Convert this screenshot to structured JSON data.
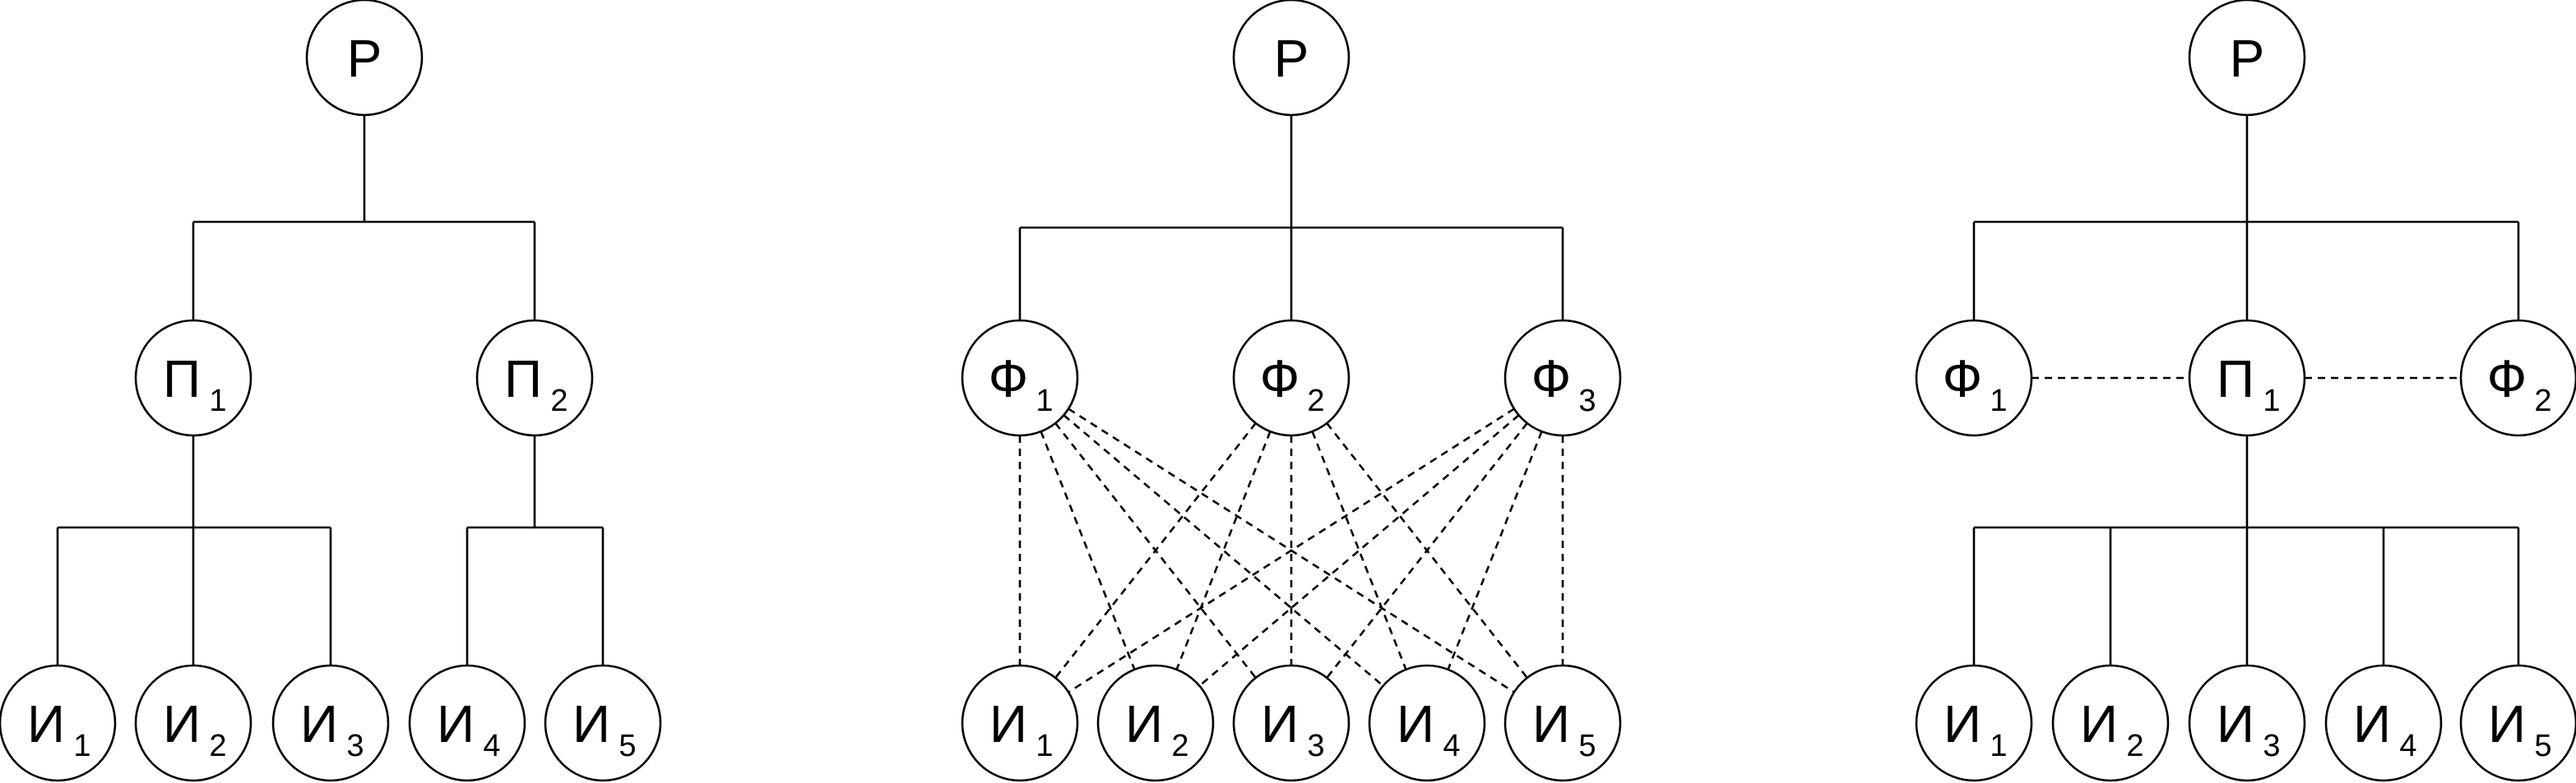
{
  "diagrams": [
    {
      "id": "linear",
      "nodes": [
        {
          "id": "P",
          "letter": "Р",
          "sub": ""
        },
        {
          "id": "П1",
          "letter": "П",
          "sub": "1"
        },
        {
          "id": "П2",
          "letter": "П",
          "sub": "2"
        },
        {
          "id": "И1",
          "letter": "И",
          "sub": "1"
        },
        {
          "id": "И2",
          "letter": "И",
          "sub": "2"
        },
        {
          "id": "И3",
          "letter": "И",
          "sub": "3"
        },
        {
          "id": "И4",
          "letter": "И",
          "sub": "4"
        },
        {
          "id": "И5",
          "letter": "И",
          "sub": "5"
        }
      ],
      "solid_edges": [
        [
          "P",
          "П1"
        ],
        [
          "P",
          "П2"
        ],
        [
          "П1",
          "И1"
        ],
        [
          "П1",
          "И2"
        ],
        [
          "П1",
          "И3"
        ],
        [
          "П2",
          "И4"
        ],
        [
          "П2",
          "И5"
        ]
      ],
      "dashed_edges": []
    },
    {
      "id": "functional",
      "nodes": [
        {
          "id": "P",
          "letter": "Р",
          "sub": ""
        },
        {
          "id": "Ф1",
          "letter": "Ф",
          "sub": "1"
        },
        {
          "id": "Ф2",
          "letter": "Ф",
          "sub": "2"
        },
        {
          "id": "Ф3",
          "letter": "Ф",
          "sub": "3"
        },
        {
          "id": "И1",
          "letter": "И",
          "sub": "1"
        },
        {
          "id": "И2",
          "letter": "И",
          "sub": "2"
        },
        {
          "id": "И3",
          "letter": "И",
          "sub": "3"
        },
        {
          "id": "И4",
          "letter": "И",
          "sub": "4"
        },
        {
          "id": "И5",
          "letter": "И",
          "sub": "5"
        }
      ],
      "solid_edges": [
        [
          "P",
          "Ф1"
        ],
        [
          "P",
          "Ф2"
        ],
        [
          "P",
          "Ф3"
        ]
      ],
      "dashed_edges": [
        [
          "Ф1",
          "И1"
        ],
        [
          "Ф1",
          "И2"
        ],
        [
          "Ф1",
          "И3"
        ],
        [
          "Ф1",
          "И4"
        ],
        [
          "Ф1",
          "И5"
        ],
        [
          "Ф2",
          "И1"
        ],
        [
          "Ф2",
          "И2"
        ],
        [
          "Ф2",
          "И3"
        ],
        [
          "Ф2",
          "И4"
        ],
        [
          "Ф2",
          "И5"
        ],
        [
          "Ф3",
          "И1"
        ],
        [
          "Ф3",
          "И2"
        ],
        [
          "Ф3",
          "И3"
        ],
        [
          "Ф3",
          "И4"
        ],
        [
          "Ф3",
          "И5"
        ]
      ]
    },
    {
      "id": "linear-functional",
      "nodes": [
        {
          "id": "P",
          "letter": "Р",
          "sub": ""
        },
        {
          "id": "Ф1",
          "letter": "Ф",
          "sub": "1"
        },
        {
          "id": "П1",
          "letter": "П",
          "sub": "1"
        },
        {
          "id": "Ф2",
          "letter": "Ф",
          "sub": "2"
        },
        {
          "id": "И1",
          "letter": "И",
          "sub": "1"
        },
        {
          "id": "И2",
          "letter": "И",
          "sub": "2"
        },
        {
          "id": "И3",
          "letter": "И",
          "sub": "3"
        },
        {
          "id": "И4",
          "letter": "И",
          "sub": "4"
        },
        {
          "id": "И5",
          "letter": "И",
          "sub": "5"
        }
      ],
      "solid_edges": [
        [
          "P",
          "Ф1"
        ],
        [
          "P",
          "П1"
        ],
        [
          "P",
          "Ф2"
        ],
        [
          "П1",
          "И1"
        ],
        [
          "П1",
          "И2"
        ],
        [
          "П1",
          "И3"
        ],
        [
          "П1",
          "И4"
        ],
        [
          "П1",
          "И5"
        ]
      ],
      "dashed_edges": [
        [
          "Ф1",
          "П1"
        ],
        [
          "П1",
          "Ф2"
        ]
      ]
    }
  ]
}
